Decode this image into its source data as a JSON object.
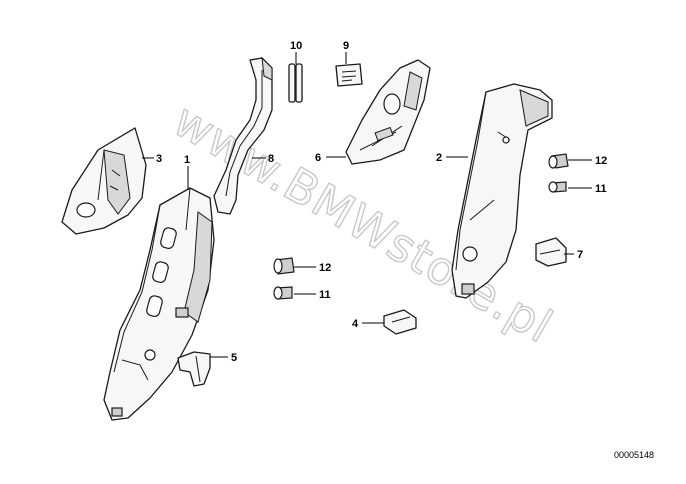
{
  "watermark": "www.BMWstore.pl",
  "diagram_number": "00005148",
  "callouts": {
    "c1": "1",
    "c2": "2",
    "c3": "3",
    "c4": "4",
    "c5": "5",
    "c6": "6",
    "c7": "7",
    "c8": "8",
    "c9": "9",
    "c10": "10",
    "c11a": "11",
    "c11b": "11",
    "c12a": "12",
    "c12b": "12"
  }
}
